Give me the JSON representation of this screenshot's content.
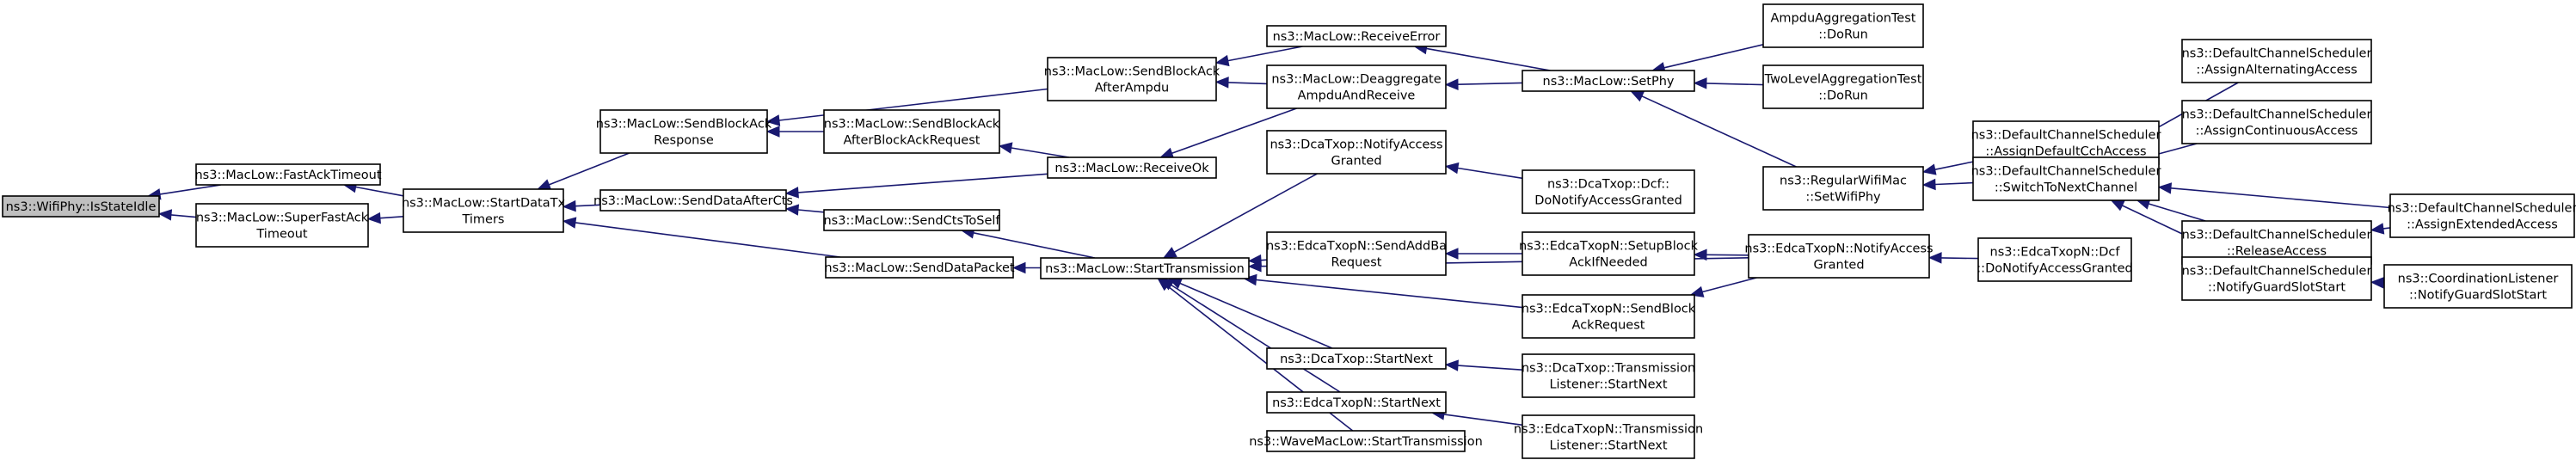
{
  "nodes": {
    "isStateIdle": [
      "ns3::WifiPhy::IsStateIdle"
    ],
    "fastAckTimeout": [
      "ns3::MacLow::FastAckTimeout"
    ],
    "superFastAckTimeout": [
      "ns3::MacLow::SuperFastAck",
      "Timeout"
    ],
    "startDataTxTimers": [
      "ns3::MacLow::StartDataTx",
      "Timers"
    ],
    "sendBlockAckResponse": [
      "ns3::MacLow::SendBlockAck",
      "Response"
    ],
    "sendDataAfterCts": [
      "ns3::MacLow::SendDataAfterCts"
    ],
    "sendDataPacket": [
      "ns3::MacLow::SendDataPacket"
    ],
    "sendBlockAckAfterAmpdu": [
      "ns3::MacLow::SendBlockAck",
      "AfterAmpdu"
    ],
    "sendBlockAckAfterBlockAckRequest": [
      "ns3::MacLow::SendBlockAck",
      "AfterBlockAckRequest"
    ],
    "sendCtsToSelf": [
      "ns3::MacLow::SendCtsToSelf"
    ],
    "receiveOk": [
      "ns3::MacLow::ReceiveOk"
    ],
    "startTransmission": [
      "ns3::MacLow::StartTransmission"
    ],
    "receiveError": [
      "ns3::MacLow::ReceiveError"
    ],
    "deaggregateAmpduAndReceive": [
      "ns3::MacLow::Deaggregate",
      "AmpduAndReceive"
    ],
    "dcaNotifyAccessGranted": [
      "ns3::DcaTxop::NotifyAccess",
      "Granted"
    ],
    "edcaSendAddBaRequest": [
      "ns3::EdcaTxopN::SendAddBa",
      "Request"
    ],
    "dcaStartNext": [
      "ns3::DcaTxop::StartNext"
    ],
    "edcaStartNext": [
      "ns3::EdcaTxopN::StartNext"
    ],
    "waveStartTransmission": [
      "ns3::WaveMacLow::StartTransmission"
    ],
    "setPhy": [
      "ns3::MacLow::SetPhy"
    ],
    "dcfDoNotifyAccessGranted": [
      "ns3::DcaTxop::Dcf::",
      "DoNotifyAccessGranted"
    ],
    "edcaSetupBlockAckIfNeeded": [
      "ns3::EdcaTxopN::SetupBlock",
      "AckIfNeeded"
    ],
    "edcaSendBlockAckRequest": [
      "ns3::EdcaTxopN::SendBlock",
      "AckRequest"
    ],
    "dcaTransmissionListenerStartNext": [
      "ns3::DcaTxop::Transmission",
      "Listener::StartNext"
    ],
    "edcaTransmissionListenerStartNext": [
      "ns3::EdcaTxopN::Transmission",
      "Listener::StartNext"
    ],
    "ampduAggregationTestDoRun": [
      "AmpduAggregationTest",
      "::DoRun"
    ],
    "twoLevelAggregationTestDoRun": [
      "TwoLevelAggregationTest",
      "::DoRun"
    ],
    "regularWifiMacSetWifiPhy": [
      "ns3::RegularWifiMac",
      "::SetWifiPhy"
    ],
    "edcaNotifyAccessGranted": [
      "ns3::EdcaTxopN::NotifyAccess",
      "Granted"
    ],
    "edcaDcfDoNotifyAccessGranted": [
      "ns3::EdcaTxopN::Dcf",
      "::DoNotifyAccessGranted"
    ],
    "assignDefaultCchAccess": [
      "ns3::DefaultChannelScheduler",
      "::AssignDefaultCchAccess"
    ],
    "switchToNextChannel": [
      "ns3::DefaultChannelScheduler",
      "::SwitchToNextChannel"
    ],
    "assignAlternatingAccess": [
      "ns3::DefaultChannelScheduler",
      "::AssignAlternatingAccess"
    ],
    "assignContinuousAccess": [
      "ns3::DefaultChannelScheduler",
      "::AssignContinuousAccess"
    ],
    "releaseAccess": [
      "ns3::DefaultChannelScheduler",
      "::ReleaseAccess"
    ],
    "notifyGuardSlotStart": [
      "ns3::DefaultChannelScheduler",
      "::NotifyGuardSlotStart"
    ],
    "assignExtendedAccess": [
      "ns3::DefaultChannelScheduler",
      "::AssignExtendedAccess"
    ],
    "coordinationListenerNotifyGuardSlotStart": [
      "ns3::CoordinationListener",
      "::NotifyGuardSlotStart"
    ]
  },
  "edges": [
    [
      "fastAckTimeout",
      "isStateIdle"
    ],
    [
      "superFastAckTimeout",
      "isStateIdle"
    ],
    [
      "startDataTxTimers",
      "fastAckTimeout"
    ],
    [
      "startDataTxTimers",
      "superFastAckTimeout"
    ],
    [
      "sendBlockAckResponse",
      "startDataTxTimers"
    ],
    [
      "sendDataAfterCts",
      "startDataTxTimers"
    ],
    [
      "sendDataPacket",
      "startDataTxTimers"
    ],
    [
      "sendBlockAckAfterAmpdu",
      "sendBlockAckResponse"
    ],
    [
      "sendBlockAckAfterBlockAckRequest",
      "sendBlockAckResponse"
    ],
    [
      "receiveOk",
      "sendDataAfterCts"
    ],
    [
      "sendCtsToSelf",
      "sendDataAfterCts"
    ],
    [
      "startTransmission",
      "sendCtsToSelf"
    ],
    [
      "startTransmission",
      "sendDataPacket"
    ],
    [
      "receiveOk",
      "sendBlockAckAfterBlockAckRequest"
    ],
    [
      "receiveError",
      "sendBlockAckAfterAmpdu"
    ],
    [
      "deaggregateAmpduAndReceive",
      "sendBlockAckAfterAmpdu"
    ],
    [
      "deaggregateAmpduAndReceive",
      "receiveOk"
    ],
    [
      "setPhy",
      "receiveError"
    ],
    [
      "setPhy",
      "deaggregateAmpduAndReceive"
    ],
    [
      "ampduAggregationTestDoRun",
      "setPhy"
    ],
    [
      "twoLevelAggregationTestDoRun",
      "setPhy"
    ],
    [
      "regularWifiMacSetWifiPhy",
      "setPhy"
    ],
    [
      "dcaNotifyAccessGranted",
      "startTransmission"
    ],
    [
      "edcaSendAddBaRequest",
      "startTransmission"
    ],
    [
      "edcaSendBlockAckRequest",
      "startTransmission"
    ],
    [
      "edcaNotifyAccessGranted",
      "startTransmission"
    ],
    [
      "dcaStartNext",
      "startTransmission"
    ],
    [
      "edcaStartNext",
      "startTransmission"
    ],
    [
      "waveStartTransmission",
      "startTransmission"
    ],
    [
      "dcfDoNotifyAccessGranted",
      "dcaNotifyAccessGranted"
    ],
    [
      "edcaSetupBlockAckIfNeeded",
      "edcaSendAddBaRequest"
    ],
    [
      "edcaNotifyAccessGranted",
      "edcaSetupBlockAckIfNeeded"
    ],
    [
      "edcaNotifyAccessGranted",
      "edcaSendBlockAckRequest"
    ],
    [
      "edcaDcfDoNotifyAccessGranted",
      "edcaNotifyAccessGranted"
    ],
    [
      "dcaTransmissionListenerStartNext",
      "dcaStartNext"
    ],
    [
      "edcaTransmissionListenerStartNext",
      "edcaStartNext"
    ],
    [
      "assignDefaultCchAccess",
      "regularWifiMacSetWifiPhy"
    ],
    [
      "switchToNextChannel",
      "regularWifiMacSetWifiPhy"
    ],
    [
      "assignAlternatingAccess",
      "switchToNextChannel"
    ],
    [
      "assignContinuousAccess",
      "switchToNextChannel"
    ],
    [
      "releaseAccess",
      "switchToNextChannel"
    ],
    [
      "notifyGuardSlotStart",
      "switchToNextChannel"
    ],
    [
      "assignExtendedAccess",
      "switchToNextChannel"
    ],
    [
      "assignExtendedAccess",
      "releaseAccess"
    ],
    [
      "coordinationListenerNotifyGuardSlotStart",
      "notifyGuardSlotStart"
    ]
  ]
}
